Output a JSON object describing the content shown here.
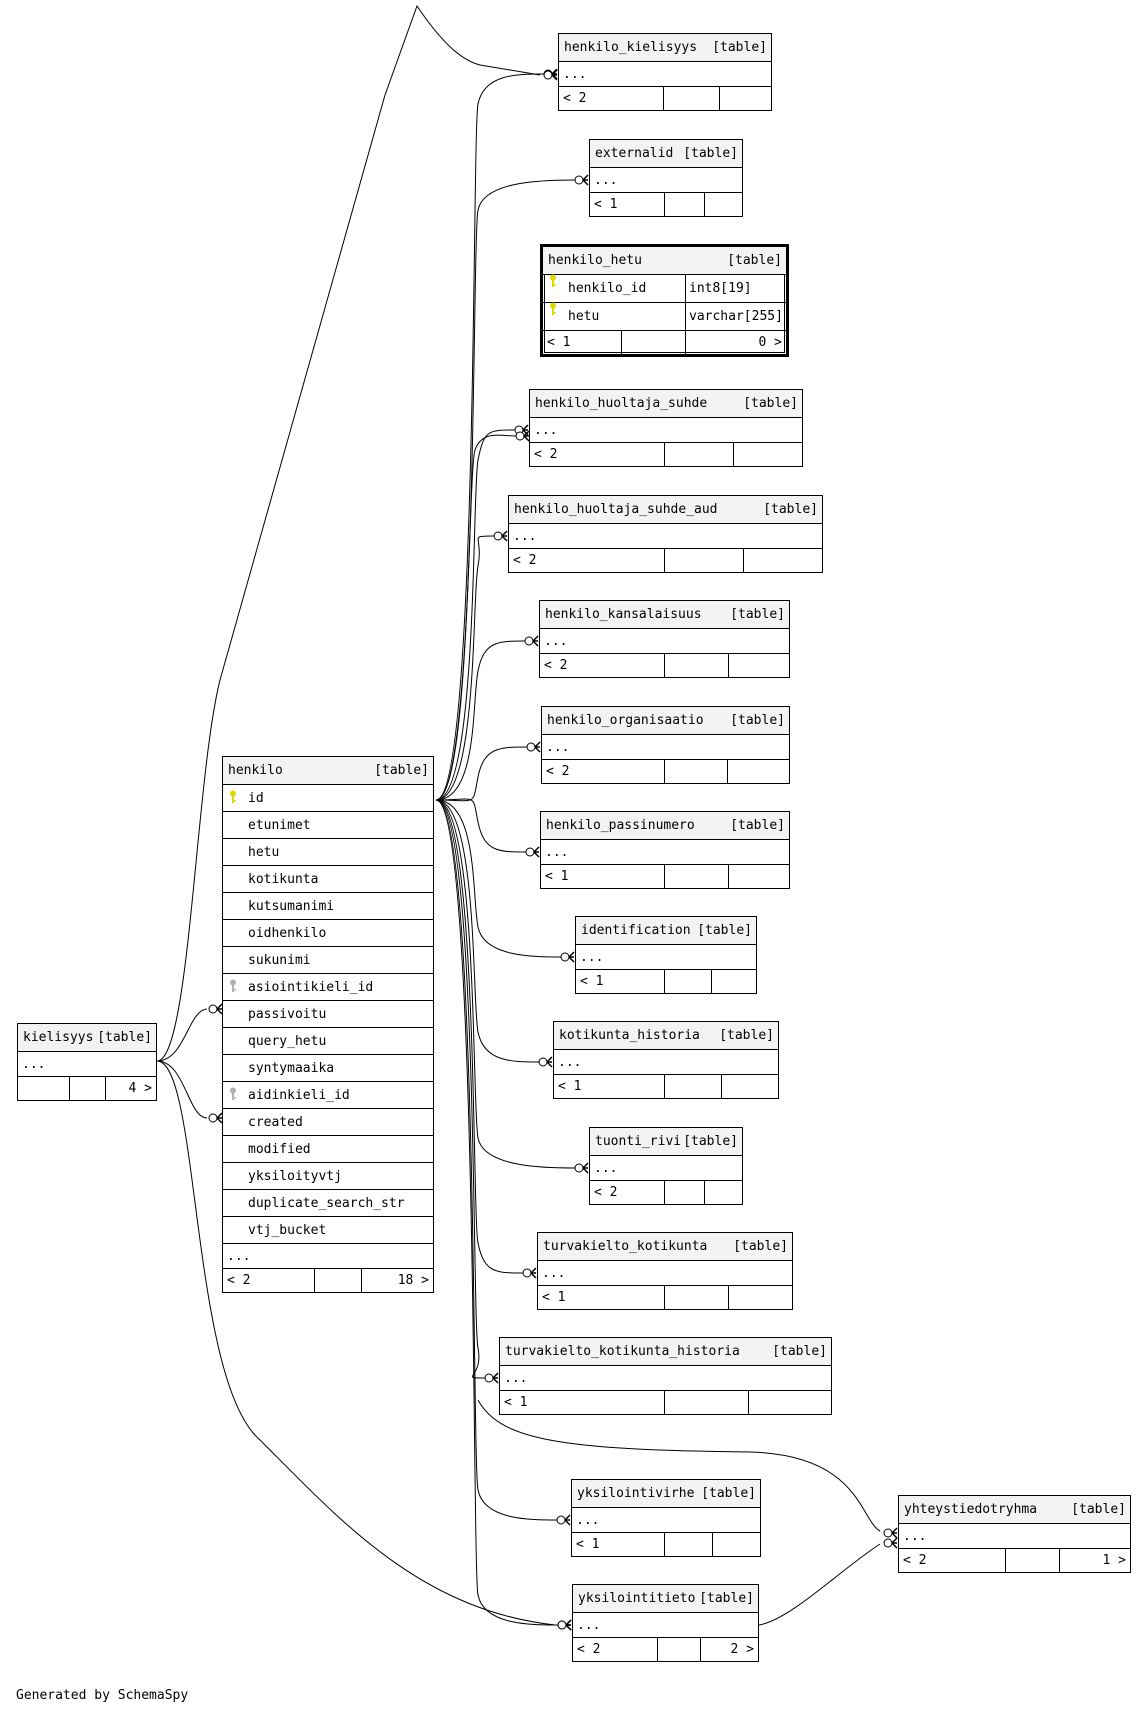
{
  "diagram": {
    "generator_note": "Generated by SchemaSpy",
    "type_tag": "[table]",
    "ellipsis": "...",
    "central_table": {
      "name": "henkilo",
      "columns": [
        {
          "name": "id",
          "key": "primary"
        },
        {
          "name": "etunimet",
          "key": ""
        },
        {
          "name": "hetu",
          "key": ""
        },
        {
          "name": "kotikunta",
          "key": ""
        },
        {
          "name": "kutsumanimi",
          "key": ""
        },
        {
          "name": "oidhenkilo",
          "key": ""
        },
        {
          "name": "sukunimi",
          "key": ""
        },
        {
          "name": "asiointikieli_id",
          "key": "foreign"
        },
        {
          "name": "passivoitu",
          "key": ""
        },
        {
          "name": "query_hetu",
          "key": ""
        },
        {
          "name": "syntymaaika",
          "key": ""
        },
        {
          "name": "aidinkieli_id",
          "key": "foreign"
        },
        {
          "name": "created",
          "key": ""
        },
        {
          "name": "modified",
          "key": ""
        },
        {
          "name": "yksiloityvtj",
          "key": ""
        },
        {
          "name": "duplicate_search_str",
          "key": ""
        },
        {
          "name": "vtj_bucket",
          "key": ""
        }
      ],
      "footer": {
        "parents": "< 2",
        "children": "18 >"
      }
    },
    "focused_table": {
      "name": "henkilo_hetu",
      "columns": [
        {
          "name": "henkilo_id",
          "type": "int8[19]",
          "key": "primary"
        },
        {
          "name": "hetu",
          "type": "varchar[255]",
          "key": "primary"
        }
      ],
      "footer": {
        "parents": "< 1",
        "children": "0 >"
      }
    },
    "tables": [
      {
        "id": "henkilo_kielisyys",
        "name": "henkilo_kielisyys",
        "parents": "< 2",
        "children": ""
      },
      {
        "id": "externalid",
        "name": "externalid",
        "parents": "< 1",
        "children": ""
      },
      {
        "id": "henkilo_huoltaja_suhde",
        "name": "henkilo_huoltaja_suhde",
        "parents": "< 2",
        "children": ""
      },
      {
        "id": "henkilo_huoltaja_suhde_aud",
        "name": "henkilo_huoltaja_suhde_aud",
        "parents": "< 2",
        "children": ""
      },
      {
        "id": "henkilo_kansalaisuus",
        "name": "henkilo_kansalaisuus",
        "parents": "< 2",
        "children": ""
      },
      {
        "id": "henkilo_organisaatio",
        "name": "henkilo_organisaatio",
        "parents": "< 2",
        "children": ""
      },
      {
        "id": "henkilo_passinumero",
        "name": "henkilo_passinumero",
        "parents": "< 1",
        "children": ""
      },
      {
        "id": "identification",
        "name": "identification",
        "parents": "< 1",
        "children": ""
      },
      {
        "id": "kotikunta_historia",
        "name": "kotikunta_historia",
        "parents": "< 1",
        "children": ""
      },
      {
        "id": "tuonti_rivi",
        "name": "tuonti_rivi",
        "parents": "< 2",
        "children": ""
      },
      {
        "id": "turvakielto_kotikunta",
        "name": "turvakielto_kotikunta",
        "parents": "< 1",
        "children": ""
      },
      {
        "id": "turvakielto_kotikunta_historia",
        "name": "turvakielto_kotikunta_historia",
        "parents": "< 1",
        "children": ""
      },
      {
        "id": "yksilointivirhe",
        "name": "yksilointivirhe",
        "parents": "< 1",
        "children": ""
      },
      {
        "id": "yksilointitieto",
        "name": "yksilointitieto",
        "parents": "< 2",
        "children": "2 >"
      },
      {
        "id": "yhteystiedotryhma",
        "name": "yhteystiedotryhma",
        "parents": "< 2",
        "children": "1 >"
      },
      {
        "id": "kielisyys",
        "name": "kielisyys",
        "parents": "",
        "children": "4 >"
      }
    ],
    "colors": {
      "key_primary": "#e0d800",
      "key_foreign": "#b0b0b0",
      "header_bg": "#f3f3f3",
      "line": "#000000"
    }
  }
}
